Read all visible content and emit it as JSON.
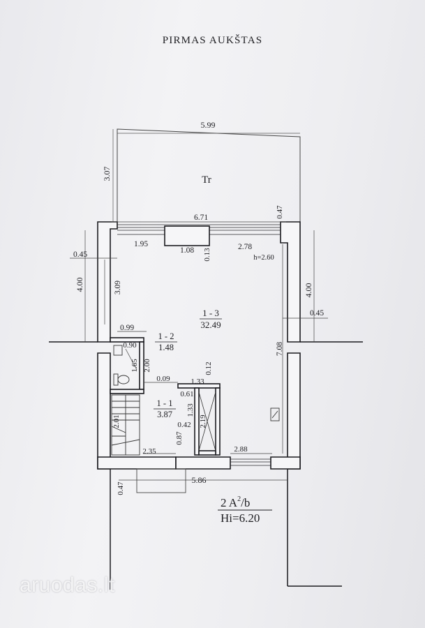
{
  "title": "PIRMAS AUKŠTAS",
  "terrace": {
    "label": "Tr",
    "width": "5.99",
    "depth": "3.07"
  },
  "dimensions": {
    "top_overall": "6.71",
    "top_left": "1.95",
    "chimney": "1.08",
    "chimney_depth": "0.13",
    "top_right": "2.78",
    "right_offset": "0.47",
    "left_offset": "0.45",
    "right_offset_2": "0.45",
    "left_height": "4.00",
    "right_height": "4.00",
    "room_height_left": "3.09",
    "room_height_right": "7.08",
    "ceiling_height": "h=2.60",
    "wc_width": "0.99",
    "wc_inner": "0.90",
    "wc_height": "2.00",
    "wc_small": "1.65",
    "wall_09": "0.09",
    "hall_width": "1.33",
    "hall_012": "0.12",
    "closet_061": "0.61",
    "closet_133": "1.33",
    "closet_219": "2.19",
    "closet_042": "0.42",
    "hall_087": "0.87",
    "stair_length": "2.01",
    "entry_width": "2.35",
    "bottom_right": "2.88",
    "bottom_overall": "5.86",
    "bottom_left": "0.47"
  },
  "rooms": [
    {
      "id": "1 - 3",
      "area": "32.49"
    },
    {
      "id": "1 - 2",
      "area": "1.48"
    },
    {
      "id": "1 - 1",
      "area": "3.87"
    }
  ],
  "stamp": {
    "class": "2 A",
    "class_sup": "2",
    "class_suffix": "/b",
    "height": "Hi=6.20"
  },
  "watermark": "aruodas.lt"
}
